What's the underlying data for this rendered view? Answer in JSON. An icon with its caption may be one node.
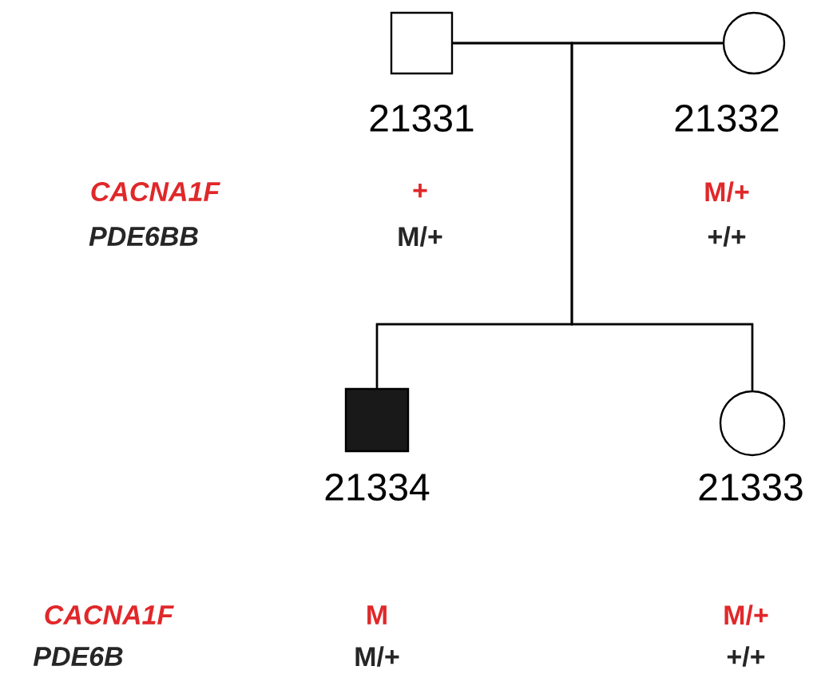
{
  "diagram": {
    "nodes": [
      {
        "text": [],
        "shape": "box",
        "beside": [
          "21331"
        ]
      },
      {
        "text": [],
        "shape": "circle",
        "beside": [
          "21332"
        ]
      },
      {
        "text": [],
        "shape": "box",
        "beside": [
          "21334"
        ]
      },
      {
        "text": [],
        "shape": "circle",
        "beside": [
          "21333"
        ]
      }
    ],
    "edges": [
      {
        "from": 0,
        "to": 1,
        "arrow": "none"
      },
      {
        "from": 0,
        "to": 2,
        "arrow": "none"
      },
      {
        "from": 1,
        "to": 2,
        "arrow": "none"
      },
      {
        "from": 0,
        "to": 3,
        "arrow": "none"
      },
      {
        "from": 1,
        "to": 3,
        "arrow": "none"
      }
    ],
    "labels": [
      "CACNA1F",
      "+",
      "M/+",
      "PDE6BB",
      "M/+",
      "+/+",
      "CACNA1F",
      "M",
      "M/+",
      "PDE6B",
      "M/+",
      "+/+"
    ]
  }
}
